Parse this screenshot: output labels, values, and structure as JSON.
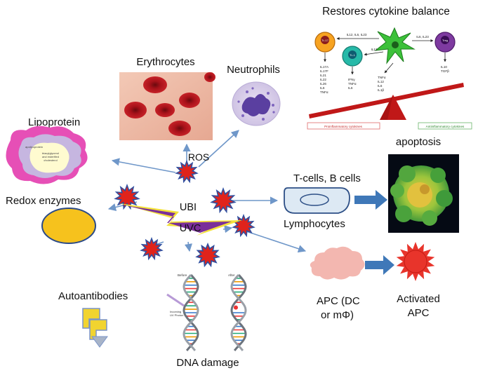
{
  "title": "Restores cytokine balance",
  "labels": {
    "erythrocytes": "Erythrocytes",
    "neutrophils": "Neutrophils",
    "lipoprotein": "Lipoprotein",
    "ros": "ROS",
    "redox": "Redox enzymes",
    "ubi": "UBI",
    "uvc": "UVC",
    "tcells": "T-cells, B cells",
    "lymphocytes": "Lymphocytes",
    "apoptosis": "apoptosis",
    "apc_line1": "APC (DC",
    "apc_line2": "or mΦ)",
    "activated_line1": "Activated",
    "activated_line2": "APC",
    "autoantibodies": "Autoantibodies",
    "dna_damage": "DNA damage"
  },
  "cytokine": {
    "th17": "Tₕ-17",
    "th1": "Tₕ-1",
    "treg": "Treg",
    "il_a": "IL12, IL6, IL23",
    "il_b": "IL6, IL23",
    "il12": "IL12",
    "list_th17": [
      "IL17A",
      "IL17F",
      "IL21",
      "IL22",
      "IL26",
      "IL6",
      "TNFα"
    ],
    "list_th1": [
      "IFNγ",
      "TNFα",
      "IL6"
    ],
    "list_dc": [
      "TNFα",
      "IL12",
      "IL6",
      "IL1β"
    ],
    "list_treg": [
      "IL10",
      "TGFβ"
    ],
    "proinflammatory": "Proinflammatory cytokines",
    "antiinflammatory": "Antiinflammatory cytokines"
  },
  "lipoprotein_inner": {
    "apolipoprotein": "apolipoprotein",
    "core": [
      "triacylglycerol",
      "and esterified",
      "cholesterol"
    ]
  },
  "dna": {
    "before": "Before",
    "after": "After",
    "photon": [
      "Incoming",
      "UV Photon"
    ]
  },
  "colors": {
    "arrow": "#6f97c9",
    "big_arrow": "#3f78b8",
    "burst_red": "#e0231b",
    "burst_blue": "#2f4fa0",
    "bolt_purple": "#7a2f9a",
    "bolt_yellow": "#f3e13a",
    "redox_fill": "#f6c21d",
    "apc_cloud": "#f3b7b0",
    "activated_sun": "#e8342b",
    "seesaw_bar": "#c01818",
    "autoantibody_fill": "#f1d430"
  }
}
